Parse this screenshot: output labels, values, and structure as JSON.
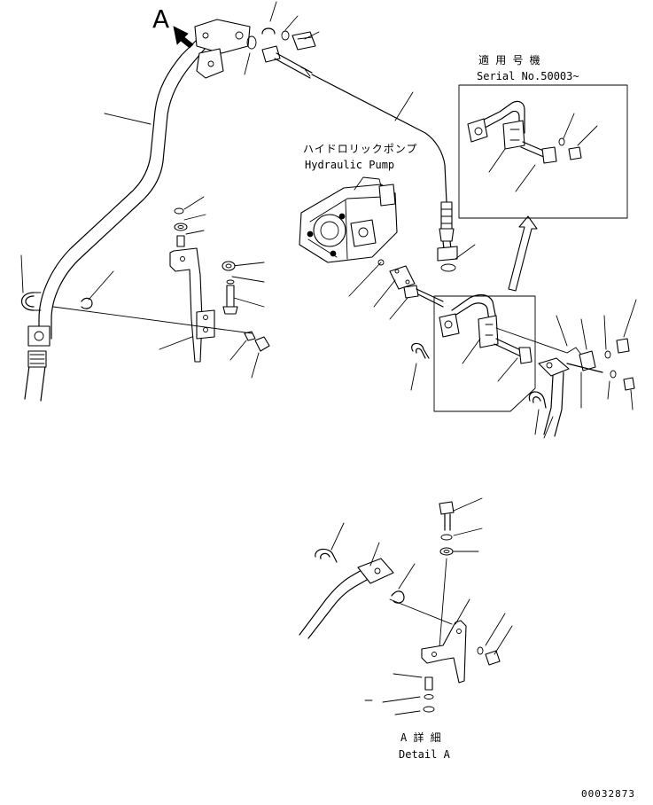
{
  "labels": {
    "view_marker": "A",
    "pump_name_jp": "ハイドロリックポンプ",
    "pump_name_en": "Hydraulic Pump",
    "serial_jp": "適 用 号 機",
    "serial_en": "Serial No.50003~",
    "detail_jp": "A 詳 細",
    "detail_en": "Detail A",
    "drawing_number": "00032873"
  }
}
